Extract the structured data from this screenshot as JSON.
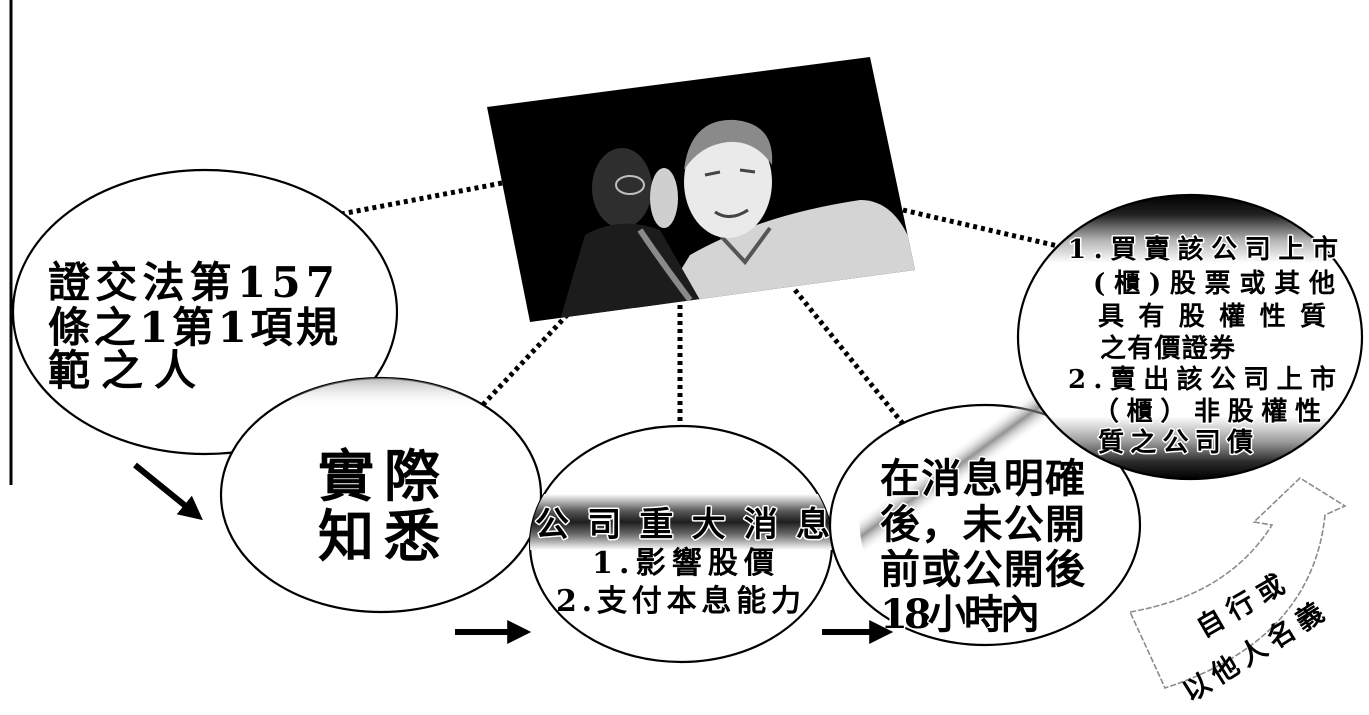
{
  "diagram": {
    "node_subject": {
      "lines": [
        "證交法第157",
        "條之1第1項規",
        "範之人"
      ]
    },
    "node_knowledge": {
      "lines": [
        "實際",
        "知悉"
      ]
    },
    "node_info": {
      "title": "公司重大消息",
      "items": [
        "1.影響股價",
        "2.支付本息能力"
      ]
    },
    "node_timing": {
      "lines": [
        "在消息明確",
        "後，未公開",
        "前或公開後",
        "18小時內"
      ]
    },
    "node_action": {
      "lines": [
        "1.買賣該公司上市",
        "(櫃)股票或其他",
        "具有股權性質",
        "之有價證券",
        "2.賣出該公司上市",
        "（櫃）非股權性",
        "質之公司債"
      ]
    },
    "arrow_label": {
      "lines": [
        "自行或",
        "以他人名義"
      ]
    }
  }
}
